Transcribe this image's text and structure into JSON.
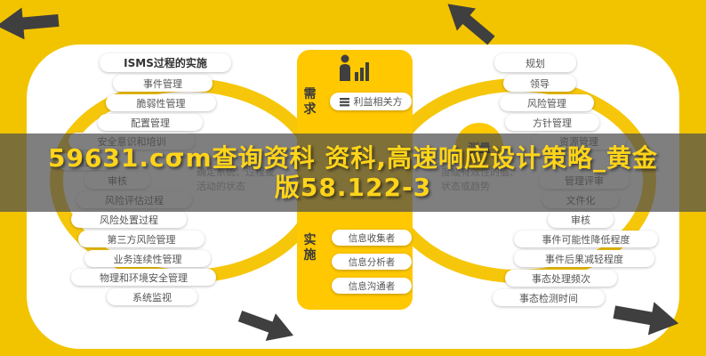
{
  "overlay": {
    "line1": "59631.cσm查询资科 资科,高速响应设计策略_黄金",
    "line2": "版58.122-3"
  },
  "left_column": {
    "header": "ISMS过程的实施",
    "items": [
      "事件管理",
      "脆弱性管理",
      "配置管理",
      "安全意识和培训",
      "测量",
      "审核",
      "风险评估过程",
      "风险处置过程",
      "第三方风险管理",
      "业务连续性管理",
      "物理和环境安全管理",
      "系统监视"
    ]
  },
  "center": {
    "phase_top": "需求",
    "stakeholder_label": "利益相关方",
    "phase_bottom": "实施",
    "roles": [
      "信息收集者",
      "信息分析者",
      "信息沟通者"
    ],
    "note_left": "确定系统、过程或活动的状态",
    "note_right": "度或有效性的值、状态或趋势",
    "measure_label": "测量"
  },
  "right_column": {
    "items": [
      "规划",
      "领导",
      "风险管理",
      "方针管理",
      "资源管理",
      "管理评审",
      "文件化",
      "审核",
      "事件可能性降低程度",
      "事件后果减轻程度",
      "事态处理频次",
      "事态检测时间"
    ]
  },
  "icons": {
    "person": "person-with-bars-icon",
    "list": "list-icon",
    "arrows": [
      "arrow-top-left-icon",
      "arrow-top-right-icon",
      "arrow-bottom-left-icon",
      "arrow-bottom-right-icon"
    ]
  },
  "colors": {
    "background": "#F2C400",
    "panel": "#FFFFFF",
    "accent_yellow": "#FFC800",
    "ring_yellow": "#F6C60A",
    "overlay_bg": "rgba(77,77,77,0.72)",
    "overlay_text": "#FFD41A",
    "arrow_dark": "#3F3F3F"
  }
}
